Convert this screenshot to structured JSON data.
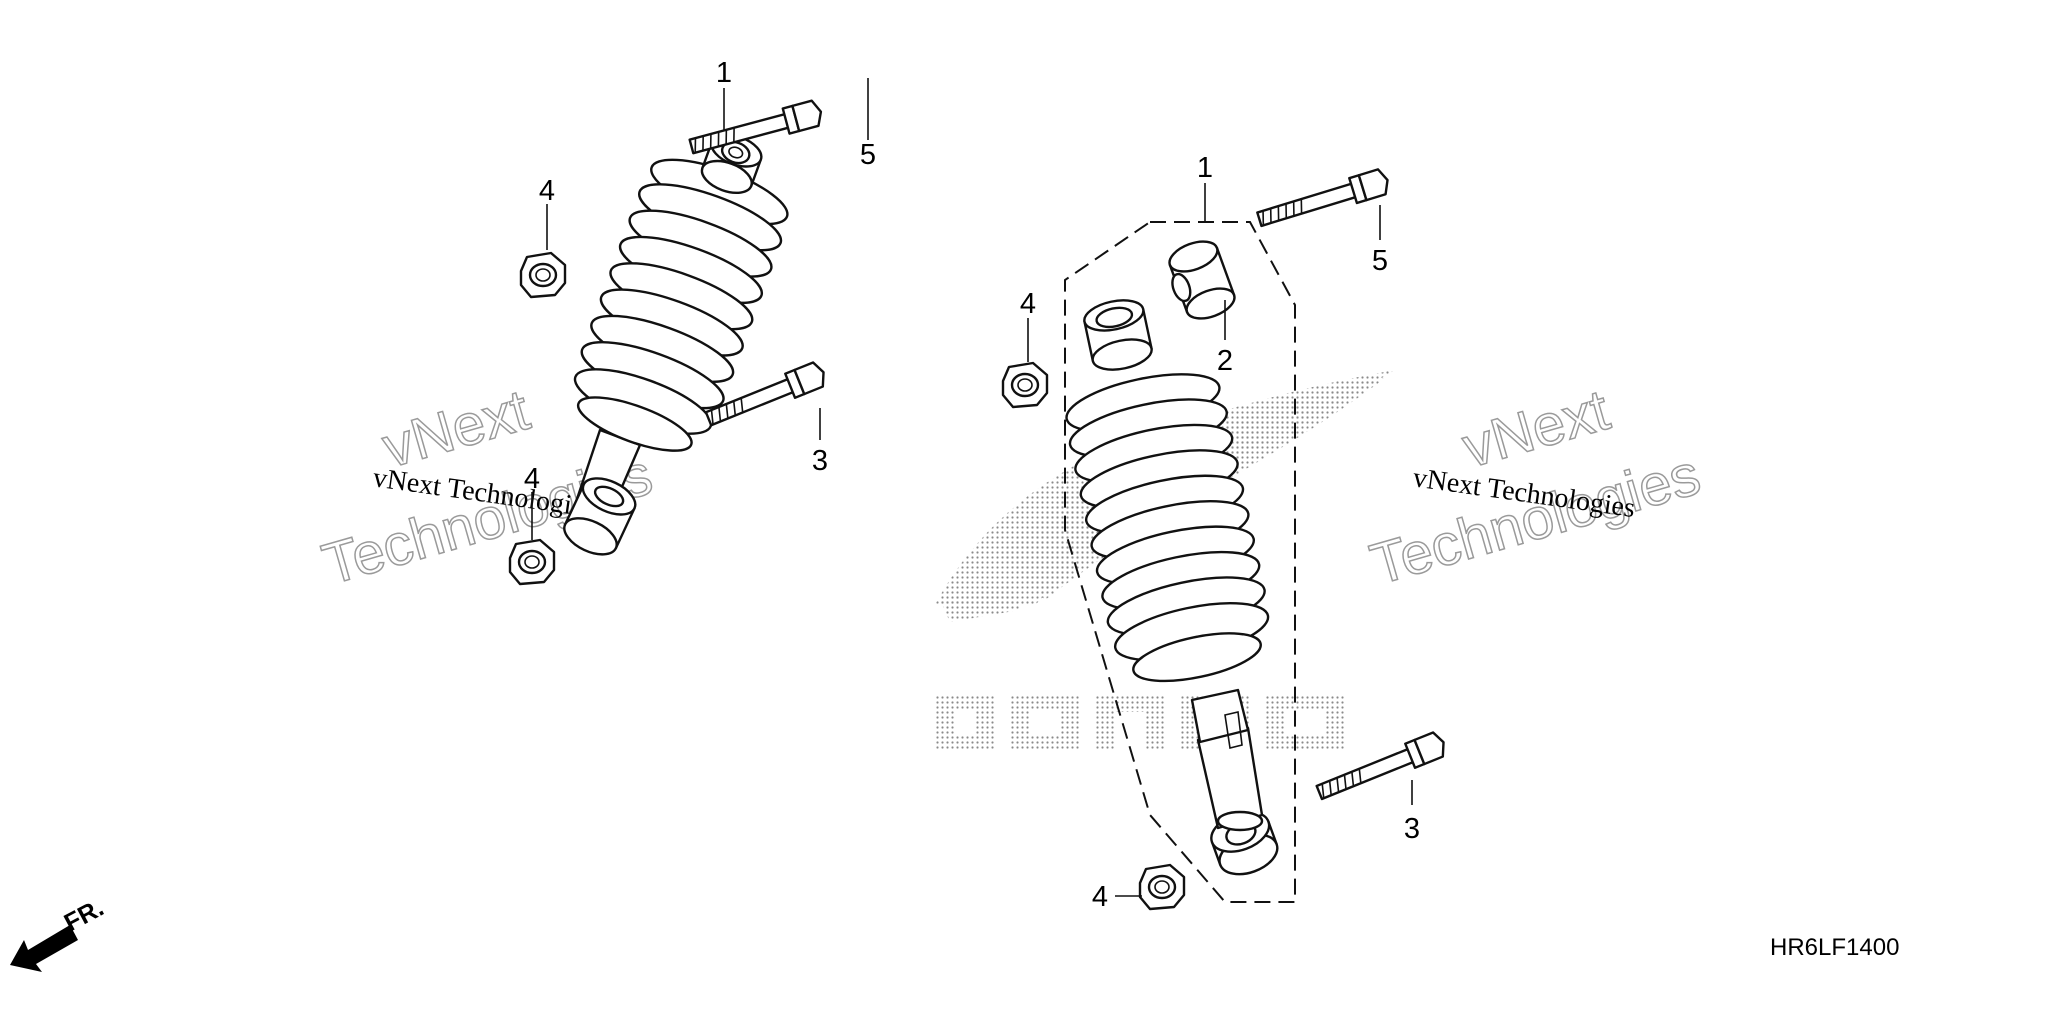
{
  "diagram_code": "HR6LF1400",
  "direction_label": "FR.",
  "callouts": {
    "left_shock": "1",
    "left_top_bolt": "5",
    "left_upper_nut": "4",
    "left_lower_nut": "4",
    "left_lower_bolt": "3",
    "right_shock": "1",
    "right_bushing": "2",
    "right_top_bolt": "5",
    "right_upper_nut": "4",
    "right_lower_nut": "4",
    "right_lower_bolt": "3"
  },
  "watermarks": {
    "left_line1": "vNext",
    "left_line2": "Technologies",
    "left_small": "vNext Technologies",
    "right_line1": "vNext",
    "right_line2": "Technologies",
    "right_small": "vNext Technologies"
  },
  "colors": {
    "line": "#111111",
    "background": "#ffffff",
    "watermark": "#9a9a9a",
    "logo_dots": "#8a8a8a"
  }
}
